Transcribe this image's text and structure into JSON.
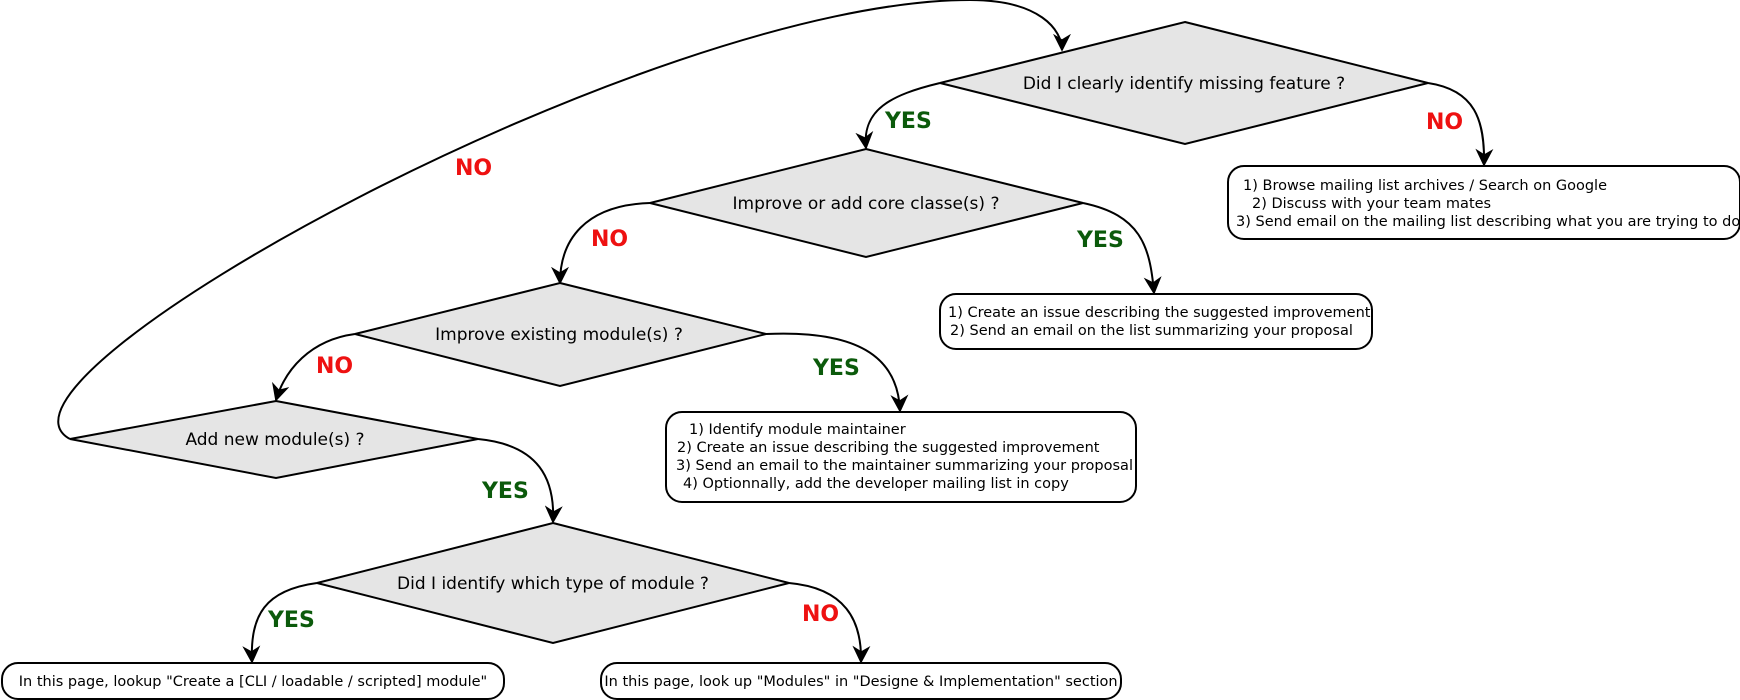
{
  "decisions": {
    "missing_feature": "Did I clearly identify missing feature ?",
    "core_classes": "Improve or add core classe(s) ?",
    "existing_module": "Improve existing module(s) ?",
    "new_module": "Add new module(s) ?",
    "module_type": "Did I identify which type of module ?"
  },
  "outcomes": {
    "browse": [
      "1) Browse mailing list archives / Search on Google",
      "2) Discuss with your team mates",
      "3) Send email on the mailing list describing what you are trying to do"
    ],
    "core_issue": [
      "1) Create an issue describing the suggested improvement",
      "2) Send an email on the list summarizing your proposal"
    ],
    "module_maintainer": [
      "1) Identify module maintainer",
      "2) Create an issue describing the suggested improvement",
      "3) Send an email to the maintainer summarizing your proposal",
      "4) Optionnally, add the developer mailing list in copy"
    ],
    "create_module": "In this page, lookup \"Create a [CLI / loadable / scripted] module\"",
    "modules_section": "In this page, look up \"Modules\" in \"Designe & Implementation\" section"
  },
  "edge_labels": {
    "yes": "YES",
    "no": "NO"
  },
  "colors": {
    "yes": "#0b5a0b",
    "no": "#ee1111",
    "diamond_fill": "#e5e5e5"
  }
}
